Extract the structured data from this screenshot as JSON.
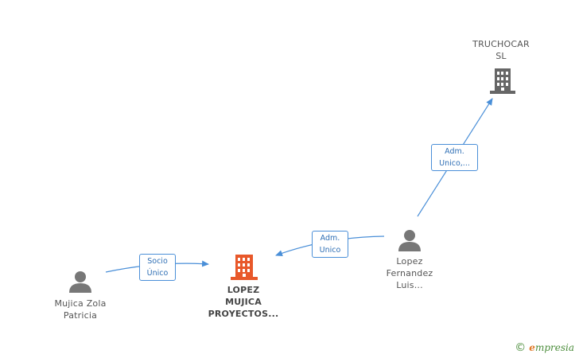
{
  "nodes": {
    "truchocar": {
      "line1": "TRUCHOCAR",
      "line2": "SL",
      "icon": "building-icon",
      "color": "#666666"
    },
    "lopez_mujica": {
      "line1": "LOPEZ",
      "line2": "MUJICA",
      "line3": "PROYECTOS...",
      "icon": "building-icon",
      "color": "#e8582a"
    },
    "lopez_fernandez": {
      "line1": "Lopez",
      "line2": "Fernandez",
      "line3": "Luis...",
      "icon": "person-icon"
    },
    "mujica_zola": {
      "line1": "Mujica Zola",
      "line2": "Patricia",
      "icon": "person-icon"
    }
  },
  "edges": {
    "socio_unico": {
      "line1": "Socio",
      "line2": "Único"
    },
    "adm_unico_1": {
      "line1": "Adm.",
      "line2": "Unico"
    },
    "adm_unico_2": {
      "line1": "Adm.",
      "line2": "Unico,..."
    }
  },
  "brand": {
    "copyright": "©",
    "initial": "e",
    "rest": "mpresia"
  },
  "colors": {
    "edge": "#4a8fd8",
    "person": "#777777"
  }
}
